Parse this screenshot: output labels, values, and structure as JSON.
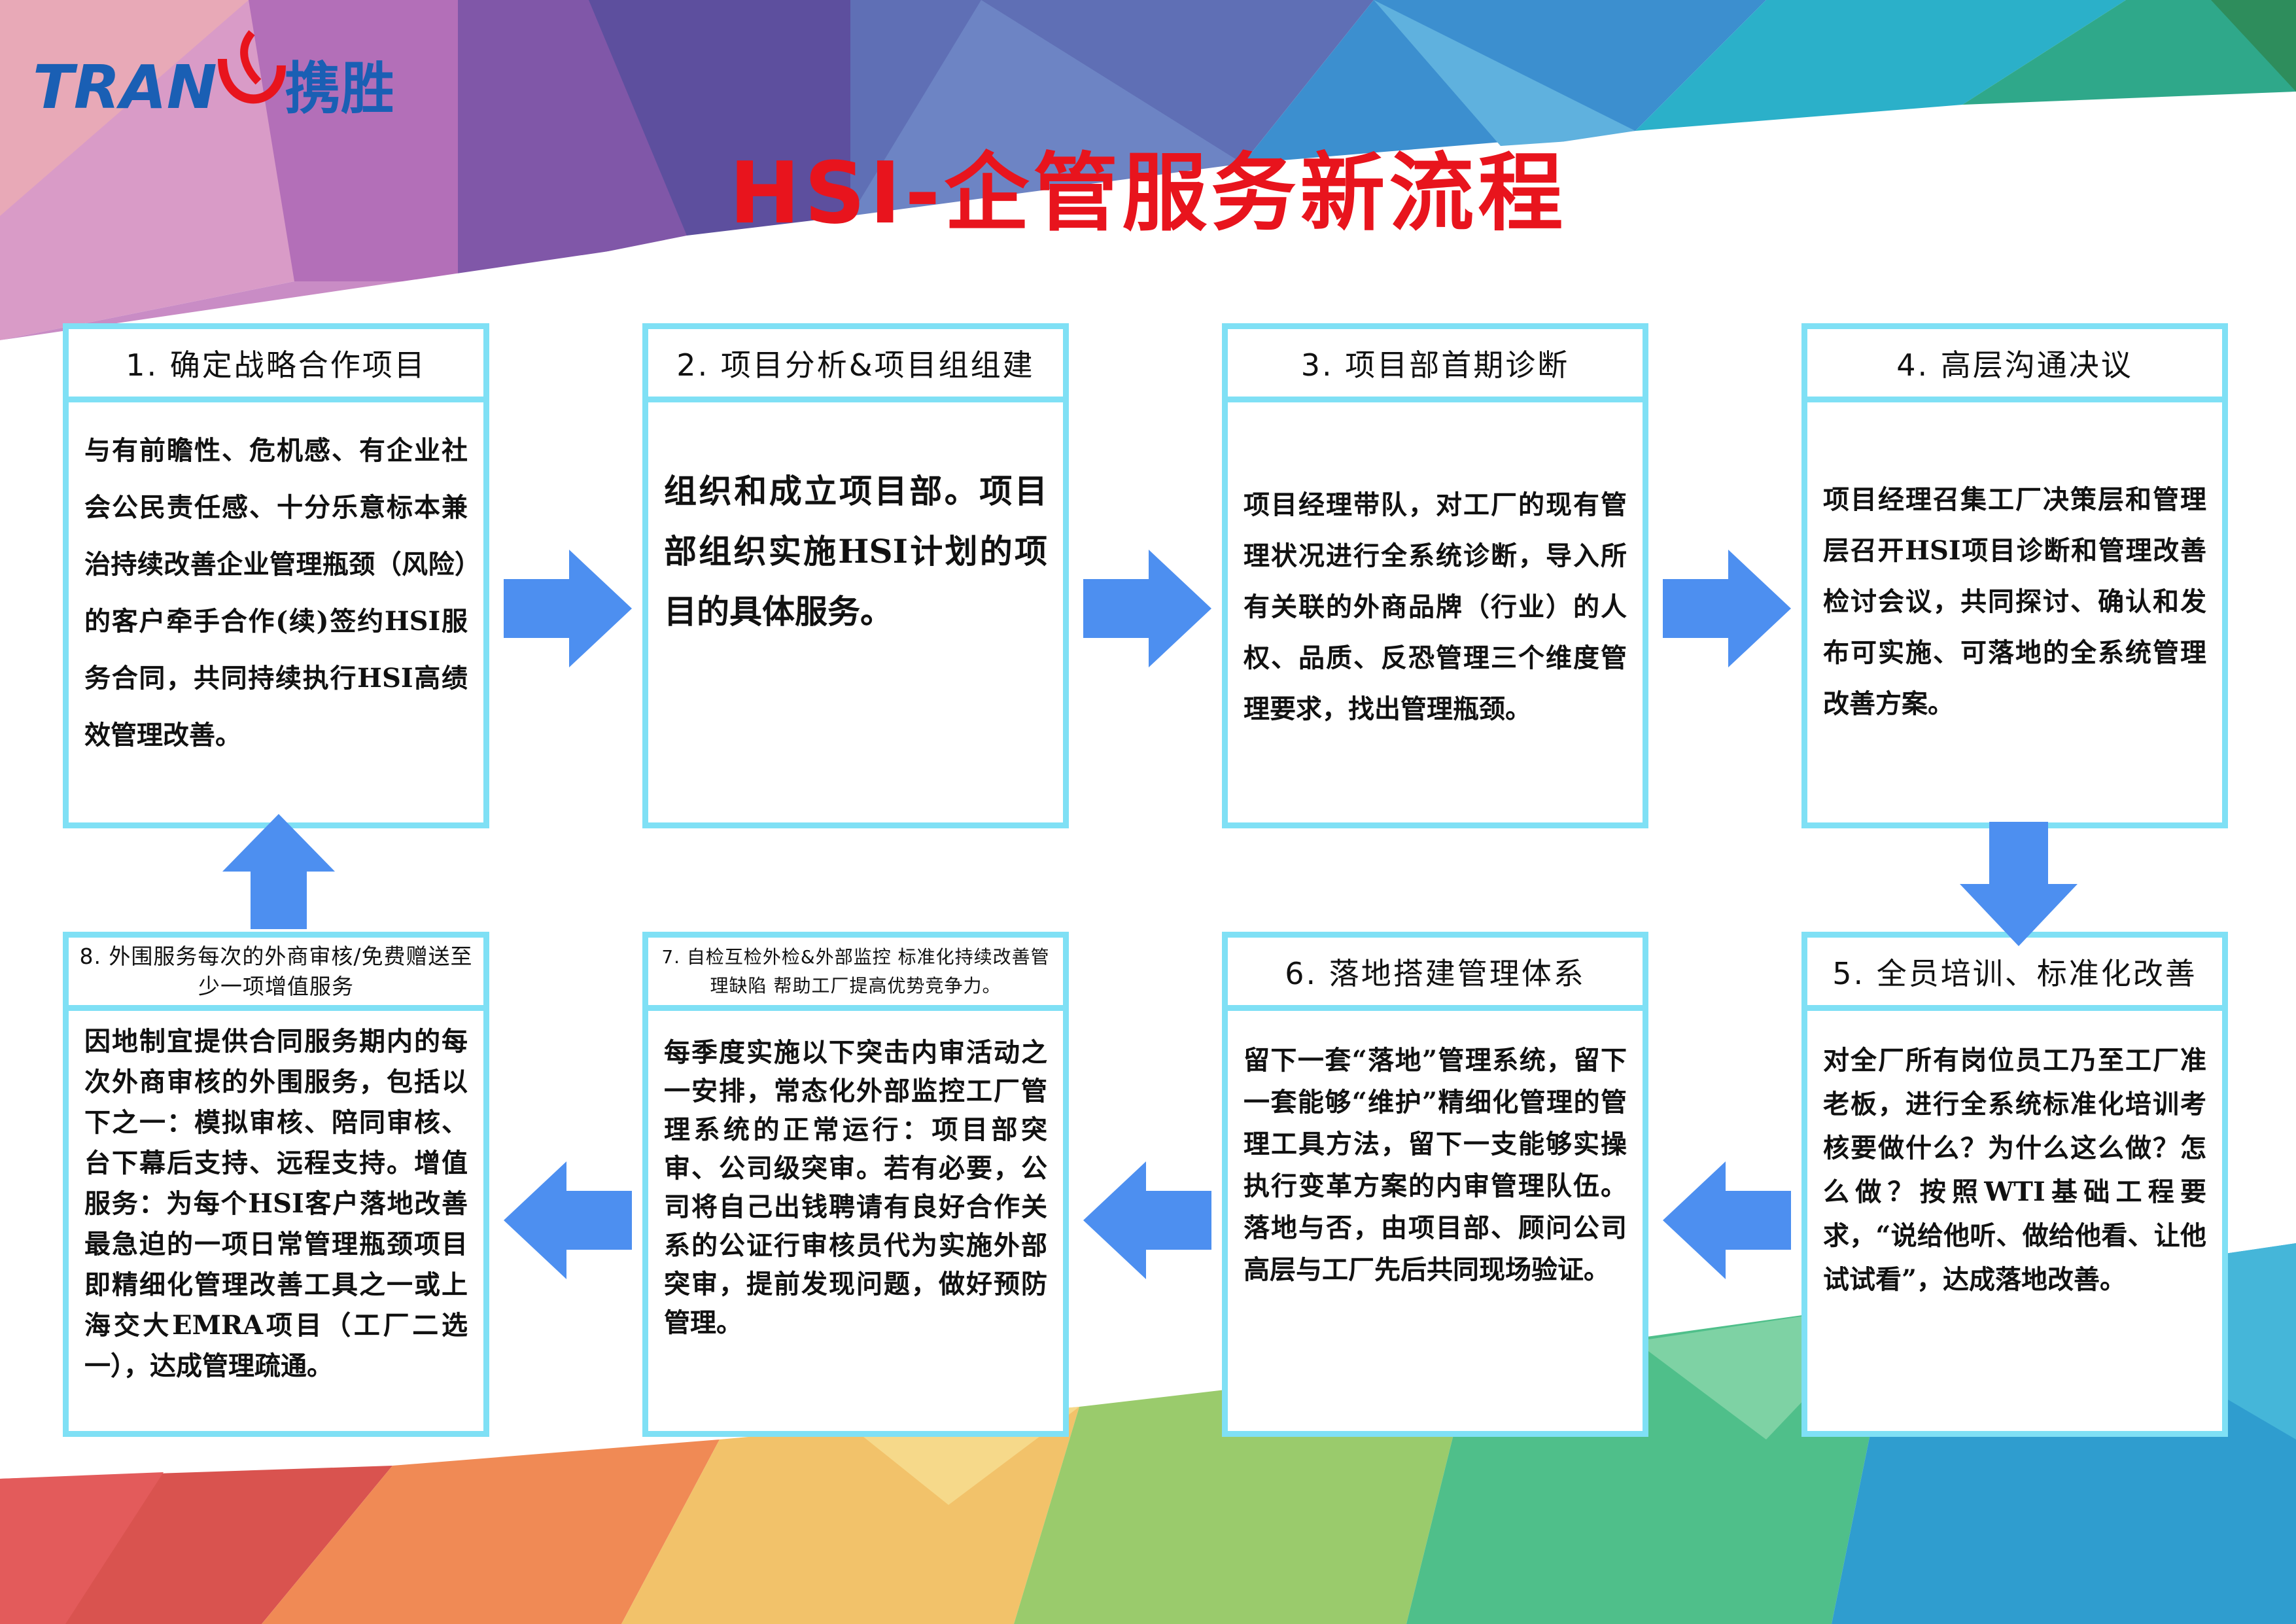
{
  "logo": {
    "text_latin": "TRAN",
    "text_cn": "携胜"
  },
  "title": "HSI-企管服务新流程",
  "steps": [
    {
      "id": 1,
      "header": "1. 确定战略合作项目",
      "body": "与有前瞻性、危机感、有企业社会公民责任感、十分乐意标本兼治持续改善企业管理瓶颈（风险）的客户牵手合作(续)签约HSI服务合同，共同持续执行HSI高绩效管理改善。"
    },
    {
      "id": 2,
      "header": "2. 项目分析&项目组组建",
      "body": "组织和成立项目部。项目部组织实施HSI计划的项目的具体服务。"
    },
    {
      "id": 3,
      "header": "3. 项目部首期诊断",
      "body": "项目经理带队，对工厂的现有管理状况进行全系统诊断，导入所有关联的外商品牌（行业）的人权、品质、反恐管理三个维度管理要求，找出管理瓶颈。"
    },
    {
      "id": 4,
      "header": "4. 高层沟通决议",
      "body": "项目经理召集工厂决策层和管理层召开HSI项目诊断和管理改善检讨会议，共同探讨、确认和发布可实施、可落地的全系统管理改善方案。"
    },
    {
      "id": 5,
      "header": "5. 全员培训、标准化改善",
      "body": "对全厂所有岗位员工乃至工厂准老板，进行全系统标准化培训考核要做什么？为什么这么做？怎么做？按照WTI基础工程要求，“说给他听、做给他看、让他试试看”，达成落地改善。"
    },
    {
      "id": 6,
      "header": "6. 落地搭建管理体系",
      "body": "留下一套“落地”管理系统，留下一套能够“维护”精细化管理的管理工具方法，留下一支能够实操执行变革方案的内审管理队伍。落地与否，由项目部、顾问公司高层与工厂先后共同现场验证。"
    },
    {
      "id": 7,
      "header": "7. 自检互检外检&外部监控 标准化持续改善管理缺陷 帮助工厂提高优势竞争力。",
      "body": "每季度实施以下突击内审活动之一安排，常态化外部监控工厂管理系统的正常运行：项目部突审、公司级突审。若有必要，公司将自己出钱聘请有良好合作关系的公证行审核员代为实施外部突审，提前发现问题，做好预防管理。"
    },
    {
      "id": 8,
      "header": "8. 外围服务每次的外商审核/免费赠送至少一项增值服务",
      "body": "因地制宜提供合同服务期内的每次外商审核的外围服务，包括以下之一：模拟审核、陪同审核、台下幕后支持、远程支持。增值服务：为每个HSI客户落地改善最急迫的一项日常管理瓶颈项目即精细化管理改善工具之一或上海交大EMRA项目（工厂二选一），达成管理疏通。"
    }
  ],
  "colors": {
    "title": "#e8141d",
    "border": "#7fe0f5",
    "arrow": "#4d8ff0",
    "logo_blue": "#1a5fb4",
    "logo_red": "#e8141d"
  }
}
